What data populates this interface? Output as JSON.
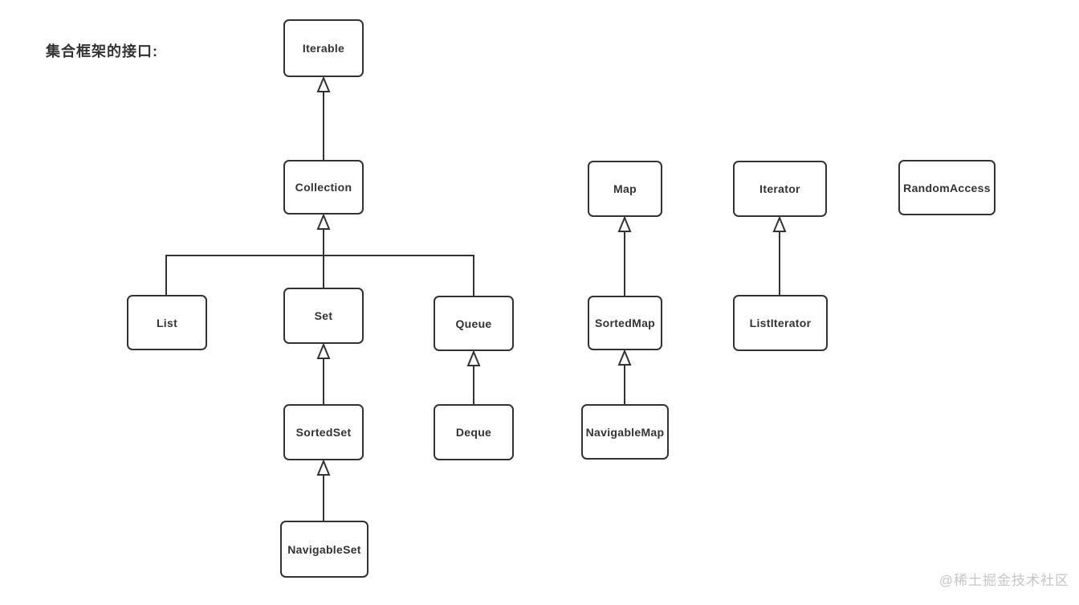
{
  "title": "集合框架的接口:",
  "watermark": "@稀土掘金技术社区",
  "colors": {
    "background": "#ffffff",
    "box_border": "#333333",
    "box_text": "#333333",
    "edge_line": "#333333",
    "watermark_text": "#c6c6c6"
  },
  "diagram": {
    "type": "interface-inheritance-hierarchy",
    "arrow_style": "hollow-triangle-up",
    "nodes": [
      {
        "id": "iterable",
        "label": "Iterable"
      },
      {
        "id": "collection",
        "label": "Collection"
      },
      {
        "id": "list",
        "label": "List"
      },
      {
        "id": "set",
        "label": "Set"
      },
      {
        "id": "queue",
        "label": "Queue"
      },
      {
        "id": "sortedset",
        "label": "SortedSet"
      },
      {
        "id": "navigableset",
        "label": "NavigableSet"
      },
      {
        "id": "deque",
        "label": "Deque"
      },
      {
        "id": "map",
        "label": "Map"
      },
      {
        "id": "sortedmap",
        "label": "SortedMap"
      },
      {
        "id": "navigablemap",
        "label": "NavigableMap"
      },
      {
        "id": "iterator",
        "label": "Iterator"
      },
      {
        "id": "listiterator",
        "label": "ListIterator"
      },
      {
        "id": "randomaccess",
        "label": "RandomAccess"
      }
    ],
    "edges": [
      {
        "from": "Collection",
        "to": "Iterable"
      },
      {
        "from": "List",
        "to": "Collection"
      },
      {
        "from": "Set",
        "to": "Collection"
      },
      {
        "from": "Queue",
        "to": "Collection"
      },
      {
        "from": "SortedSet",
        "to": "Set"
      },
      {
        "from": "NavigableSet",
        "to": "SortedSet"
      },
      {
        "from": "Deque",
        "to": "Queue"
      },
      {
        "from": "SortedMap",
        "to": "Map"
      },
      {
        "from": "NavigableMap",
        "to": "SortedMap"
      },
      {
        "from": "ListIterator",
        "to": "Iterator"
      }
    ]
  }
}
